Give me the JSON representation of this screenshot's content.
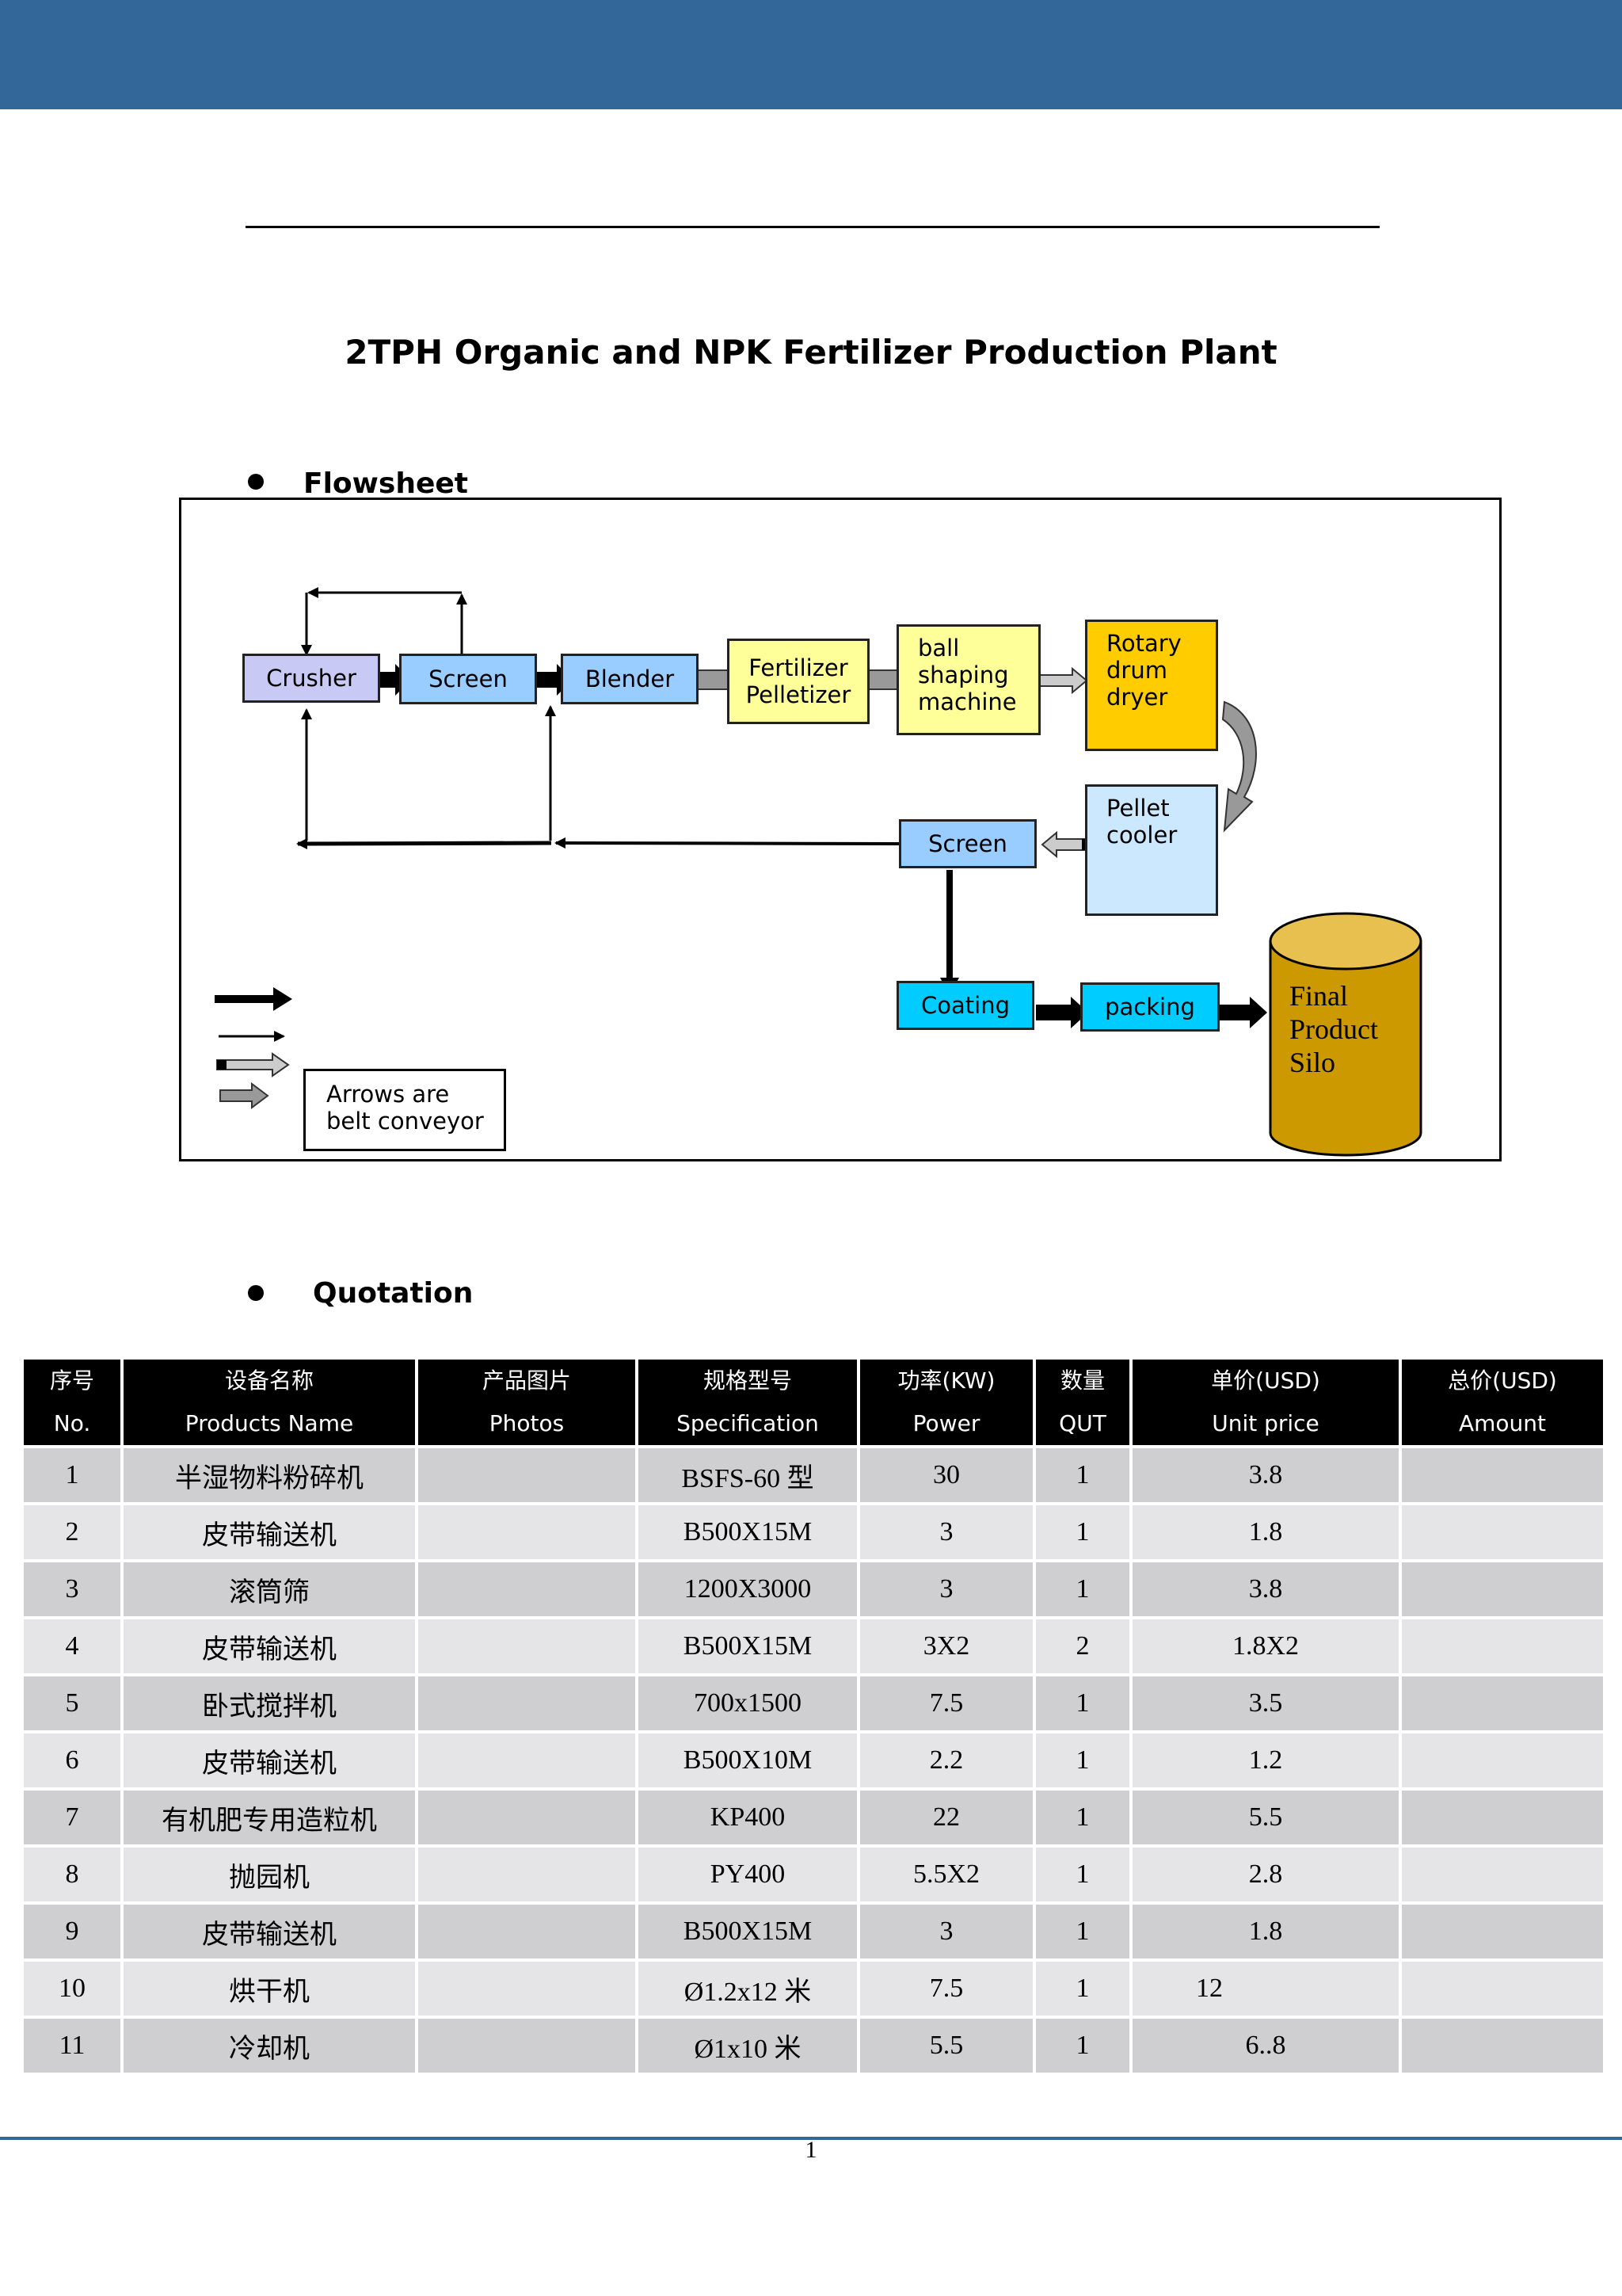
{
  "header": {
    "band_color": "#336699"
  },
  "title": "2TPH Organic and NPK Fertilizer Production Plant",
  "sections": {
    "flowsheet": "Flowsheet",
    "quotation": "Quotation"
  },
  "flowsheet": {
    "nodes": {
      "crusher": "Crusher",
      "screen1": "Screen",
      "blender": "Blender",
      "pelletizer": "Fertilizer\nPelletizer",
      "ball": "ball\nshaping\nmachine",
      "dryer": "Rotary\ndrum\ndryer",
      "cooler": "Pellet\ncooler",
      "screen2": "Screen",
      "coating": "Coating",
      "packing": "packing",
      "silo": "Final\nProduct\nSilo"
    },
    "legend_note": "Arrows are\nbelt conveyor",
    "colors": {
      "crusher": "#c9c9f5",
      "screen": "#99ccff",
      "yellow": "#ffff99",
      "dryer": "#ffcc00",
      "cooler": "#cce8ff",
      "cyan": "#00ccff",
      "silo": "#cc9900"
    }
  },
  "quotation": {
    "headers": [
      {
        "cn": "序号",
        "en": "No."
      },
      {
        "cn": "设备名称",
        "en": "Products Name"
      },
      {
        "cn": "产品图片",
        "en": "Photos"
      },
      {
        "cn": "规格型号",
        "en": "Specification"
      },
      {
        "cn": "功率(KW)",
        "en": "Power"
      },
      {
        "cn": "数量",
        "en": "QUT"
      },
      {
        "cn": "单价(USD)",
        "en": "Unit price"
      },
      {
        "cn": "总价(USD)",
        "en": "Amount"
      }
    ],
    "rows": [
      {
        "no": "1",
        "name": "半湿物料粉碎机",
        "photo": "",
        "spec": "BSFS-60 型",
        "power": "30",
        "qty": "1",
        "unit": "3.8",
        "amount": ""
      },
      {
        "no": "2",
        "name": "皮带输送机",
        "photo": "",
        "spec": "B500X15M",
        "power": "3",
        "qty": "1",
        "unit": "1.8",
        "amount": ""
      },
      {
        "no": "3",
        "name": "滚筒筛",
        "photo": "",
        "spec": "1200X3000",
        "power": "3",
        "qty": "1",
        "unit": "3.8",
        "amount": ""
      },
      {
        "no": "4",
        "name": "皮带输送机",
        "photo": "",
        "spec": "B500X15M",
        "power": "3X2",
        "qty": "2",
        "unit": "1.8X2",
        "amount": ""
      },
      {
        "no": "5",
        "name": "卧式搅拌机",
        "photo": "",
        "spec": "700x1500",
        "power": "7.5",
        "qty": "1",
        "unit": "3.5",
        "amount": ""
      },
      {
        "no": "6",
        "name": "皮带输送机",
        "photo": "",
        "spec": "B500X10M",
        "power": "2.2",
        "qty": "1",
        "unit": "1.2",
        "amount": ""
      },
      {
        "no": "7",
        "name": "有机肥专用造粒机",
        "photo": "",
        "spec": "KP400",
        "power": "22",
        "qty": "1",
        "unit": "5.5",
        "amount": ""
      },
      {
        "no": "8",
        "name": "抛园机",
        "photo": "",
        "spec": "PY400",
        "power": "5.5X2",
        "qty": "1",
        "unit": "2.8",
        "amount": ""
      },
      {
        "no": "9",
        "name": "皮带输送机",
        "photo": "",
        "spec": "B500X15M",
        "power": "3",
        "qty": "1",
        "unit": "1.8",
        "amount": ""
      },
      {
        "no": "10",
        "name": "烘干机",
        "photo": "",
        "spec": "Ø1.2x12 米",
        "power": "7.5",
        "qty": "1",
        "unit": "12",
        "amount": ""
      },
      {
        "no": "11",
        "name": "冷却机",
        "photo": "",
        "spec": "Ø1x10 米",
        "power": "5.5",
        "qty": "1",
        "unit": "6..8",
        "amount": ""
      }
    ]
  },
  "footer": {
    "page_number": "1"
  }
}
